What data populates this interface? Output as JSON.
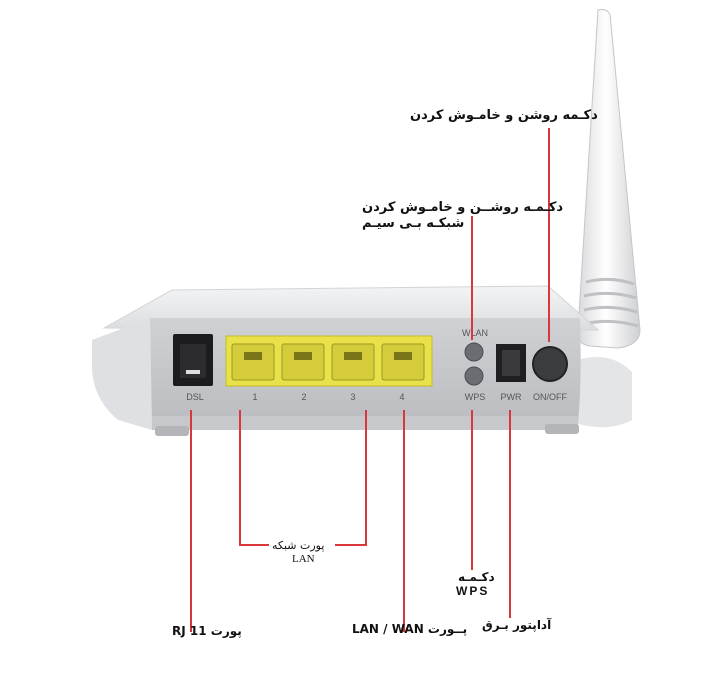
{
  "router": {
    "port_labels": {
      "dsl": "DSL",
      "lan1": "1",
      "lan2": "2",
      "lan3": "3",
      "lan4": "4",
      "wlan": "WLAN",
      "wps": "WPS",
      "pwr": "PWR",
      "onoff": "ON/OFF"
    }
  },
  "annotations": {
    "power_button": "دکـمه روشن و خامـوش کردن",
    "wireless_button_line1": "دکـمـه روشــن و خامـوش کردن",
    "wireless_button_line2": "شبکـه بـی سیـم",
    "lan_ports_line1": "پورت شبکه",
    "lan_ports_line2": "LAN",
    "wps_button_line1": "دکـمـه",
    "wps_button_line2": "WPS",
    "power_adapter": "آداپتور بـرق",
    "lan_wan_port": "پــورت LAN / WAN",
    "rj11_port": "پورت RJ 11"
  },
  "colors": {
    "leader_line": "#d9373a",
    "lan_port_yellow": "#e8e14a",
    "router_body": "#e9eaec"
  }
}
